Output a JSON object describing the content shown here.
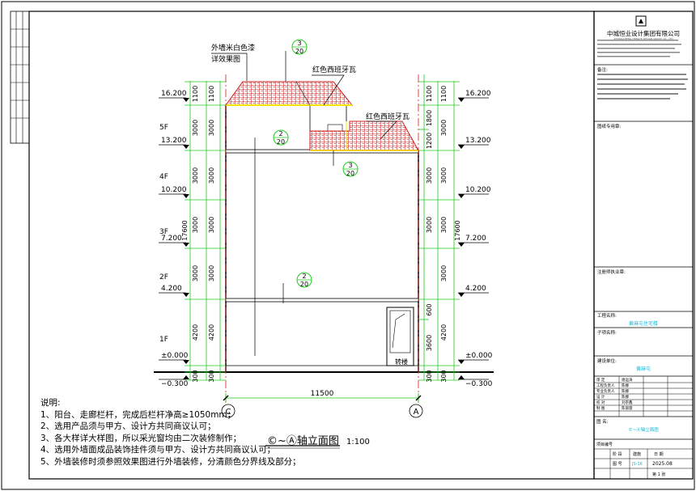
{
  "drawing": {
    "title": "©~Ⓐ轴立面图",
    "scale": "1:100",
    "grid_left": "C",
    "grid_right": "A",
    "total_width": "11500",
    "total_height": "17600",
    "callouts": [
      {
        "top": "3",
        "bottom": "20"
      },
      {
        "top": "2",
        "bottom": "20"
      },
      {
        "top": "3",
        "bottom": "20"
      },
      {
        "top": "2",
        "bottom": "20"
      }
    ],
    "annotations": {
      "wall_paint_1": "外墙米白色漆",
      "wall_paint_2": "详效果图",
      "red_tile_1": "红色西班牙瓦",
      "red_tile_2": "红色西班牙瓦",
      "stair_label": "转楼"
    },
    "floors_left": [
      "5F",
      "4F",
      "3F",
      "2F",
      "1F"
    ],
    "elevations_left": [
      "16.200",
      "13.200",
      "10.200",
      "7.200",
      "4.200",
      "±0.000",
      "−0.300"
    ],
    "elevations_right": [
      "16.200",
      "13.200",
      "10.200",
      "7.200",
      "4.200",
      "±0.000",
      "−0.300"
    ],
    "dims_left_a": [
      "1100",
      "3000",
      "3000",
      "3000",
      "3000",
      "4200",
      "300"
    ],
    "dims_left_b": [
      "1100",
      "3000",
      "3000",
      "3000",
      "3000",
      "4200",
      "300"
    ],
    "dims_right_a": [
      "1100",
      "1800",
      "1200",
      "3000",
      "3000",
      "600",
      "3600",
      "300"
    ],
    "dims_right_b": [
      "1100",
      "3000",
      "3000",
      "3000",
      "3000",
      "4200",
      "300"
    ]
  },
  "notes": {
    "heading": "说明:",
    "items": [
      "1、阳台、走廊栏杆，完成后栏杆净高≥1050mm；",
      "2、选用产品须与甲方、设计方共同商议认可；",
      "3、各大样详大样图，所以采光窗均由二次装修制作；",
      "4、选用外墙面成品装饰挂件须与甲方、设计方共同商议认可；",
      "5、外墙装修时须参照效果图进行外墙装修，分清颜色分界线及部分；"
    ]
  },
  "title_block": {
    "company": "中城恒业设计集团有限公司",
    "company_en": "ZHONGCHENG HENGYE DESIGN GROUP CO., LTD",
    "remarks_label": "备注:",
    "drawing_stamp_label": "图纸专用章:",
    "registered_stamp_label": "注册师执业章:",
    "project_name_label": "工程名称:",
    "project_name": "黄麻屯住宅楼",
    "subitem_label": "子项名称:",
    "client_label": "建设单位:",
    "client": "黄麻屯",
    "drawing_name_label": "图  名:",
    "drawing_name": "©~Ⓐ轴立面图",
    "project_no_label": "项目编号",
    "discipline_label": "阶  段",
    "discipline": "建施",
    "date_label": "日  期",
    "sheet_label": "图  号",
    "sheet_no": "JS-16",
    "date": "2025.08",
    "page": "第 1 张",
    "sign_rows": [
      {
        "role": "审    定",
        "name": "谢运涛"
      },
      {
        "role": "工程负责人",
        "name": "陈娜"
      },
      {
        "role": "专业负责人",
        "name": "陈娜"
      },
      {
        "role": "设    计",
        "name": "陈娜"
      },
      {
        "role": "校    对",
        "name": "刘宗鑫"
      },
      {
        "role": "制    图",
        "name": "陈丽蓉"
      }
    ]
  },
  "colors": {
    "dimension": "#1fcc1f",
    "grid": "#d11b1b",
    "tile": "#cc2020",
    "callout": "#1fcc1f",
    "cyan_text": "#12b8d8",
    "yellow": "#f2e300"
  }
}
